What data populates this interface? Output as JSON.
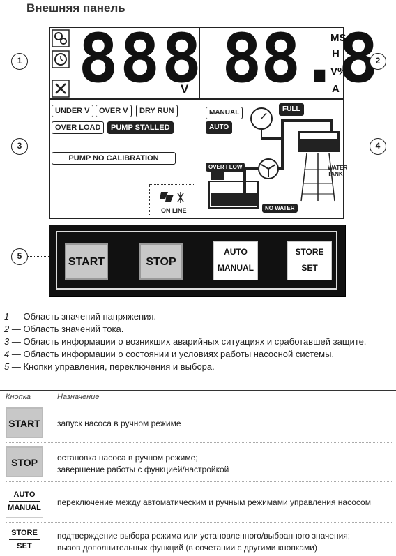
{
  "title": "Внешняя панель",
  "lcd": {
    "voltage_digits": "888",
    "voltage_unit": "V",
    "current_digits": "88.8",
    "units": [
      "MS",
      "H",
      "V%",
      "A"
    ],
    "alarms": [
      "UNDER V",
      "OVER V",
      "DRY RUN",
      "OVER LOAD",
      "PUMP STALLED"
    ],
    "calibration": "PUMP NO CALIBRATION",
    "online": "ON LINE",
    "manual": "MANUAL",
    "auto": "AUTO",
    "full": "FULL",
    "overflow": "OVER FLOW",
    "water_tank": "WATER TANK",
    "no_water": "NO WATER"
  },
  "callouts": [
    "1",
    "2",
    "3",
    "4",
    "5"
  ],
  "controls": {
    "start": "START",
    "stop": "STOP",
    "auto": "AUTO",
    "manual": "MANUAL",
    "store": "STORE",
    "set": "SET"
  },
  "legend": [
    {
      "num": "1",
      "text": " — Область значений напряжения."
    },
    {
      "num": "2",
      "text": " — Область значений тока."
    },
    {
      "num": "3",
      "text": " — Область информации о возникших аварийных ситуациях и сработавшей защите."
    },
    {
      "num": "4",
      "text": " — Область информации о состоянии и условиях работы насосной системы."
    },
    {
      "num": "5",
      "text": " — Кнопки управления, переключения и выбора."
    }
  ],
  "table": {
    "col_button": "Кнопка",
    "col_purpose": "Назначение",
    "rows": [
      {
        "button": "START",
        "desc": [
          "запуск насоса в ручном режиме"
        ]
      },
      {
        "button": "STOP",
        "desc": [
          "остановка насоса в ручном режиме;",
          "завершение работы с функцией/настройкой"
        ]
      },
      {
        "button": "AUTO",
        "button2": "MANUAL",
        "desc": [
          "переключение между автоматическим и ручным режимами управления насосом"
        ]
      },
      {
        "button": "STORE",
        "button2": "SET",
        "desc": [
          "подтверждение выбора режима или установленного/выбранного значения;",
          "вызов дополнительных функций (в сочетании с другими кнопками)"
        ]
      }
    ]
  }
}
